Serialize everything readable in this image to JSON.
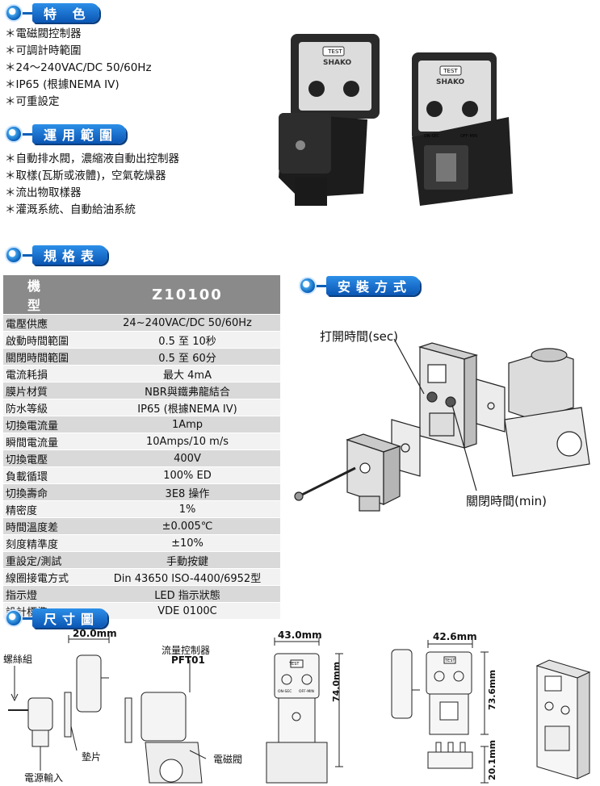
{
  "sections": {
    "features": "特 色",
    "applications": "運用範圍",
    "specs": "規格表",
    "installation": "安裝方式",
    "dimensions": "尺寸圖"
  },
  "features": [
    "＊電磁閥控制器",
    "＊可調計時範圍",
    "＊24～240VAC/DC  50/60Hz",
    "＊IP65 (根據NEMA IV)",
    "＊可重設定"
  ],
  "applications": [
    "＊自動排水閥，濃縮液自動出控制器",
    "＊取樣(瓦斯或液體)，空氣乾燥器",
    "＊流出物取樣器",
    "＊灌溉系統、自動給油系統"
  ],
  "device": {
    "brand": "SHAKO",
    "test": "TEST",
    "on": "ON",
    "off": "OFF",
    "on_sec": "ON-SEC",
    "off_min": "OFF-MIN"
  },
  "spec_table": {
    "header_key": "機 型",
    "header_value": "Z10100",
    "rows": [
      {
        "k": "電壓供應",
        "v": "24~240VAC/DC  50/60Hz"
      },
      {
        "k": "啟動時間範圍",
        "v": "0.5 至 10秒"
      },
      {
        "k": "關閉時間範圍",
        "v": "0.5 至 60分"
      },
      {
        "k": "電流耗損",
        "v": "最大 4mA"
      },
      {
        "k": "膜片材質",
        "v": "NBR與鐵弗龍結合"
      },
      {
        "k": "防水等級",
        "v": "IP65 (根據NEMA IV)"
      },
      {
        "k": "切換電流量",
        "v": "1Amp"
      },
      {
        "k": "瞬間電流量",
        "v": "10Amps/10 m/s"
      },
      {
        "k": "切換電壓",
        "v": "400V"
      },
      {
        "k": "負載循環",
        "v": "100% ED"
      },
      {
        "k": "切換壽命",
        "v": "3E8 操作"
      },
      {
        "k": "精密度",
        "v": "1%"
      },
      {
        "k": "時間溫度差",
        "v": "±0.005℃"
      },
      {
        "k": "刻度精準度",
        "v": "±10%"
      },
      {
        "k": "重設定/測試",
        "v": "手動按鍵"
      },
      {
        "k": "線圈接電方式",
        "v": "Din 43650 ISO-4400/6952型"
      },
      {
        "k": "指示燈",
        "v": "LED 指示狀態"
      },
      {
        "k": "設計標準",
        "v": "VDE 0100C"
      }
    ]
  },
  "install": {
    "open_time": "打開時間(sec)",
    "close_time": "關閉時間(min)"
  },
  "dims": {
    "w1": "20.0mm",
    "screw": "螺絲組",
    "flow_ctrl": "流量控制器",
    "pft": "PFT01",
    "gasket": "墊片",
    "solenoid": "電磁閥",
    "power": "電源輸入",
    "w2": "43.0mm",
    "h2": "74.0mm",
    "w3": "42.6mm",
    "h3": "73.6mm",
    "h4": "20.1mm"
  }
}
